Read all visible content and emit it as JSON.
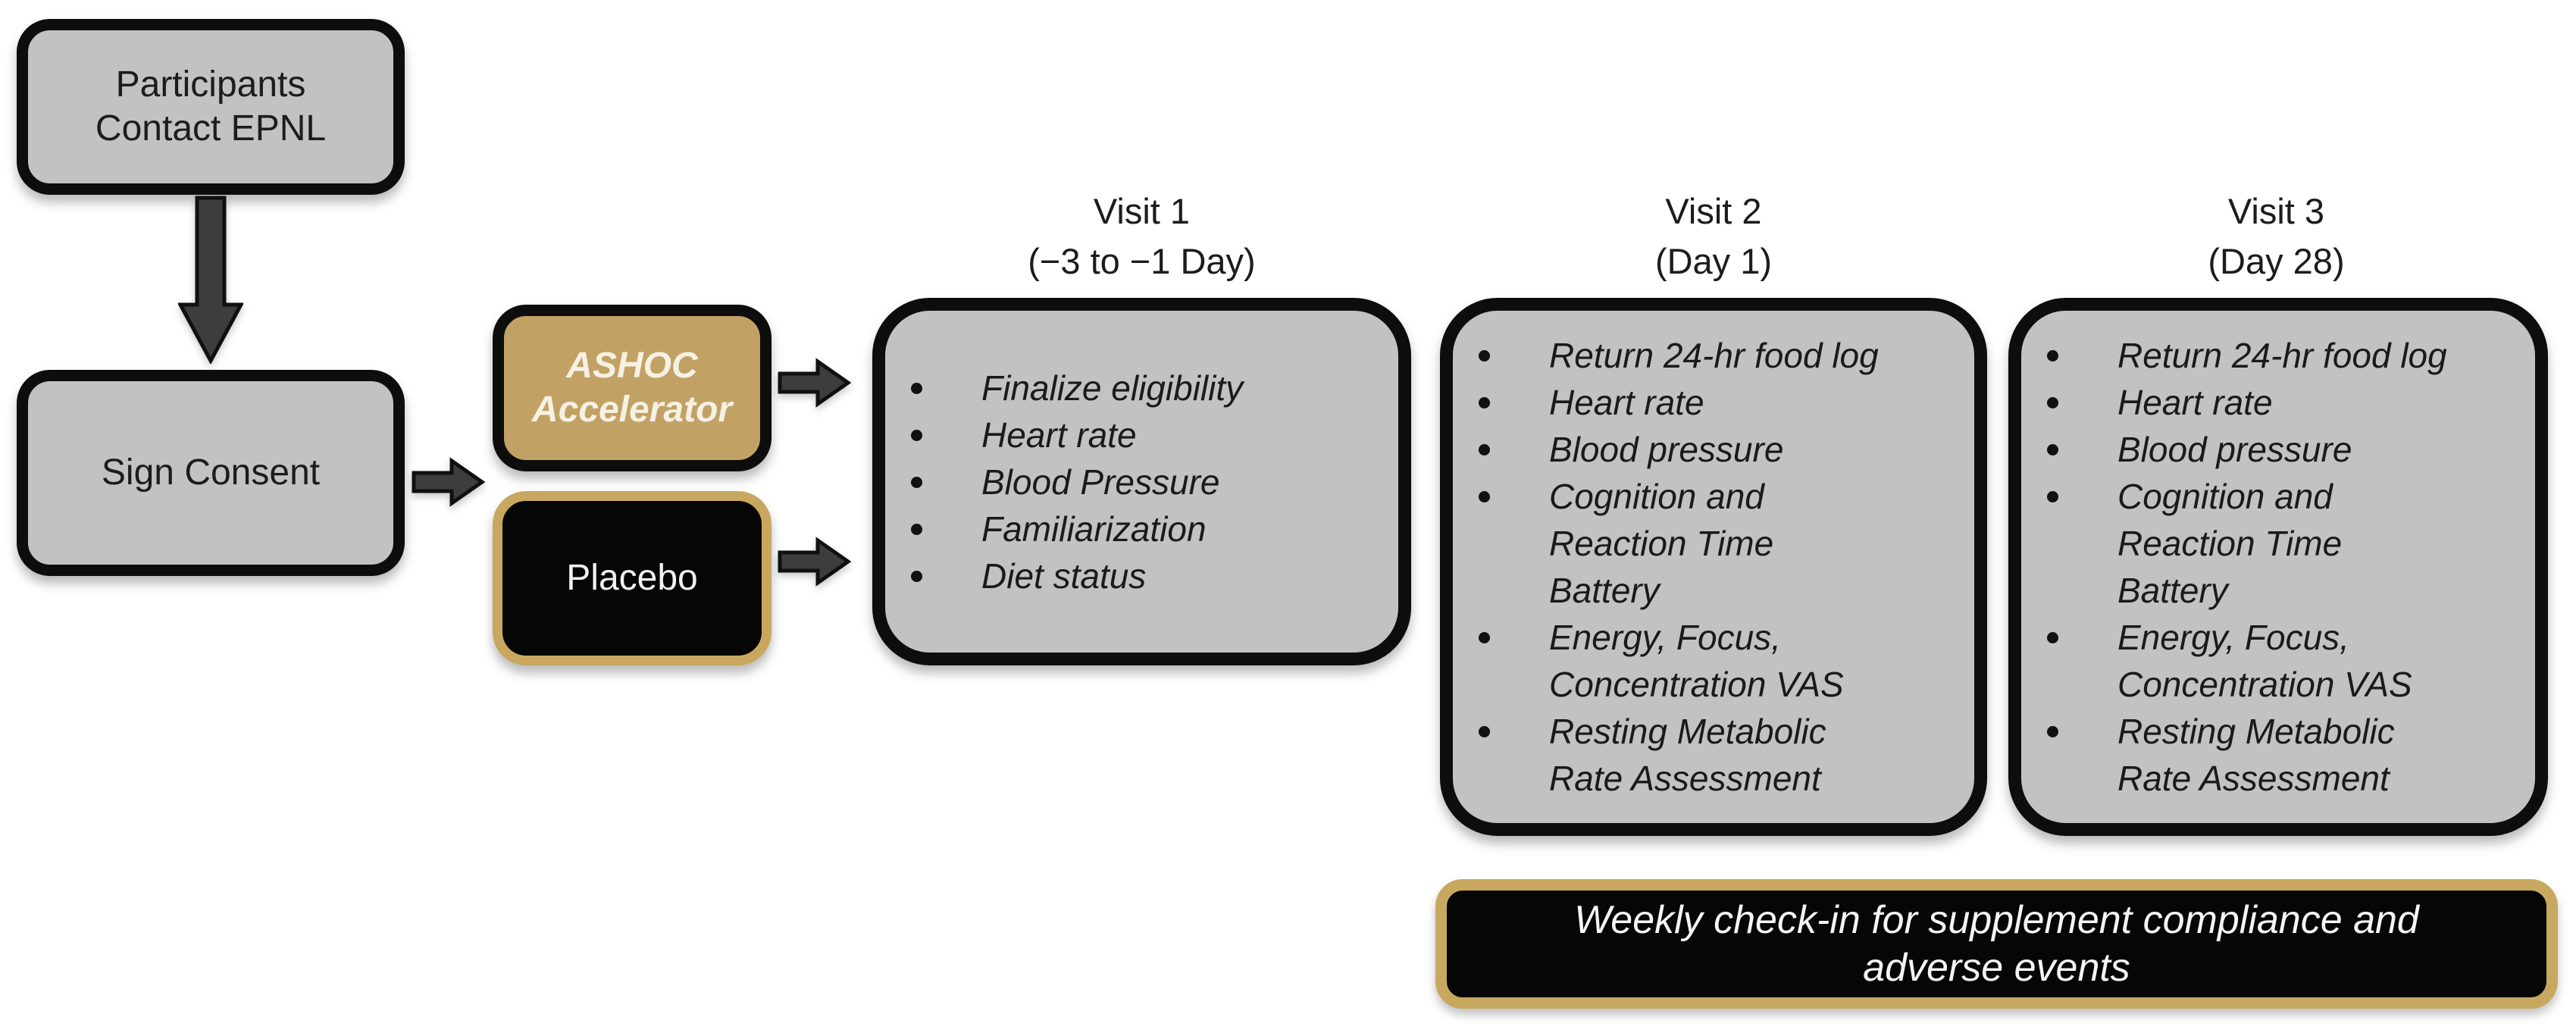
{
  "nodes": {
    "participants": {
      "label": "Participants\nContact EPNL"
    },
    "sign_consent": {
      "label": "Sign Consent"
    },
    "ashoc": {
      "label": "ASHOC\nAccelerator"
    },
    "placebo": {
      "label": "Placebo"
    }
  },
  "visits": [
    {
      "title": "Visit 1\n(−3 to −1 Day)",
      "items": [
        [
          "Finalize eligibility"
        ],
        [
          "Heart rate"
        ],
        [
          "Blood Pressure"
        ],
        [
          "Familiarization"
        ],
        [
          "Diet status"
        ]
      ]
    },
    {
      "title": "Visit 2\n(Day 1)",
      "items": [
        [
          "Return 24-hr food log"
        ],
        [
          "Heart rate"
        ],
        [
          "Blood pressure"
        ],
        [
          "Cognition and",
          "Reaction Time",
          "Battery"
        ],
        [
          "Energy, Focus,",
          "Concentration VAS"
        ],
        [
          "Resting Metabolic",
          "Rate Assessment"
        ]
      ]
    },
    {
      "title": "Visit 3\n(Day 28)",
      "items": [
        [
          "Return 24-hr food log"
        ],
        [
          "Heart rate"
        ],
        [
          "Blood pressure"
        ],
        [
          "Cognition and",
          "Reaction Time",
          "Battery"
        ],
        [
          "Energy, Focus,",
          "Concentration VAS"
        ],
        [
          "Resting Metabolic",
          "Rate Assessment"
        ]
      ]
    }
  ],
  "banner": {
    "label": "Weekly check-in for supplement compliance and\nadverse events"
  },
  "colors": {
    "box_gray": "#c2c2c2",
    "border_black": "#0d0d0d",
    "gold_fill": "#c2a264",
    "gold_border": "#c8a85f",
    "arrow_fill": "#3d3d3d",
    "banner_black": "#060606",
    "text_dark": "#1c1c1c",
    "text_cream": "#f6f1e4"
  }
}
